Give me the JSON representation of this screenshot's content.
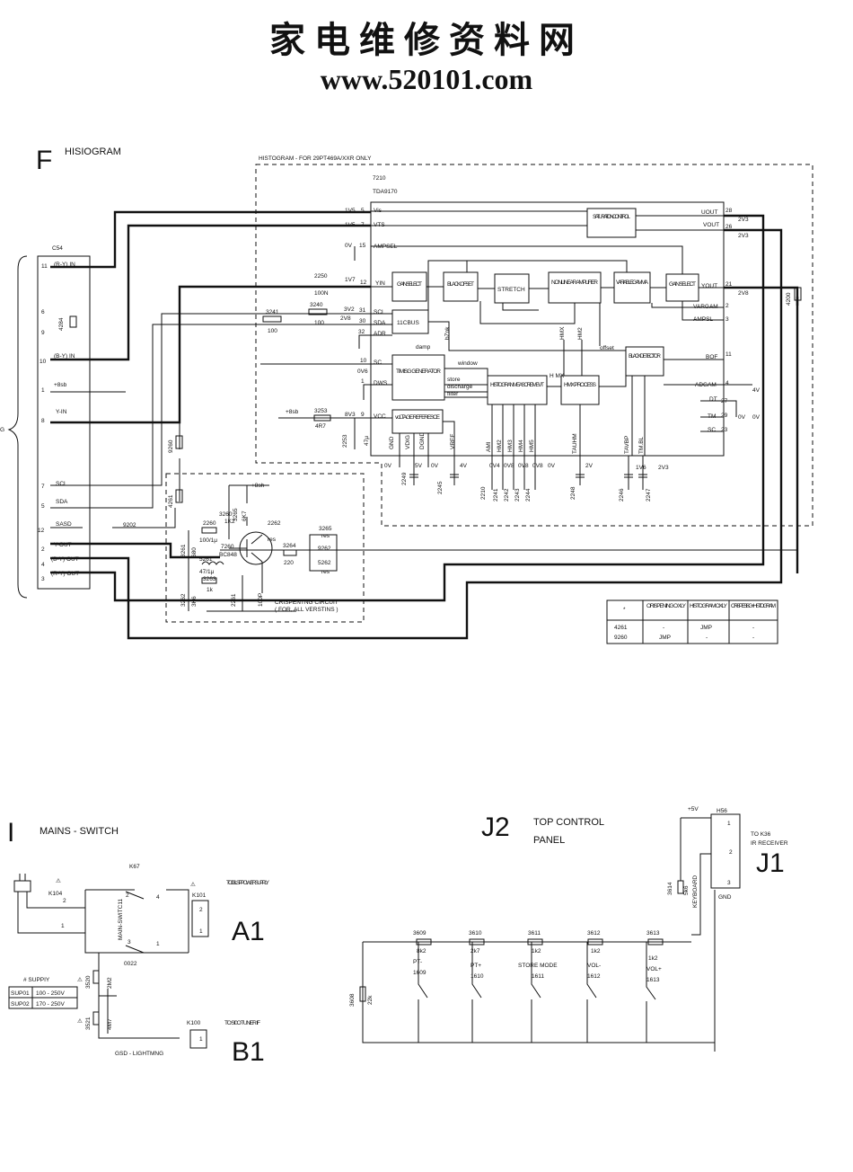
{
  "header": {
    "title_cn": "家电维修资料网",
    "url": "www.520101.com"
  },
  "section_f": {
    "letter": "F",
    "title": "HISIOGRAM",
    "dashed_label": "HISTOGRAM - FOR 29PT469A/XXR ONLY",
    "ic_ref": "7210",
    "ic_type": "TDA9170",
    "connector": "C54",
    "g_label": "G",
    "connector_pins": [
      {
        "num": "11",
        "label": "(R-Y) IN"
      },
      {
        "num": "6",
        "label": ""
      },
      {
        "num": "9",
        "label": ""
      },
      {
        "num": "10",
        "label": "(B-Y) IN"
      },
      {
        "num": "1",
        "label": "+8sb"
      },
      {
        "num": "8",
        "label": "Y-IN"
      },
      {
        "num": "7",
        "label": "SCL"
      },
      {
        "num": "5",
        "label": "SDA"
      },
      {
        "num": "12",
        "label": "SASD"
      },
      {
        "num": "2",
        "label": "Y-OUT"
      },
      {
        "num": "4",
        "label": "(B-Y) OUT"
      },
      {
        "num": "3",
        "label": "(R-Y) OUT"
      }
    ],
    "ic_left_pins": [
      {
        "num": "5",
        "name": "Vis",
        "volt": "1V5"
      },
      {
        "num": "7",
        "name": "VTS",
        "volt": "1V5"
      },
      {
        "num": "15",
        "name": "AMPSEL",
        "volt": "0V"
      },
      {
        "num": "12",
        "name": "YIN",
        "volt": "1V7"
      },
      {
        "num": "31",
        "name": "SCL",
        "volt": "3V2"
      },
      {
        "num": "30",
        "name": "SDA",
        "volt": "2V8"
      },
      {
        "num": "32",
        "name": "ADR",
        "volt": ""
      },
      {
        "num": "10",
        "name": "SC",
        "volt": ""
      },
      {
        "num": "1",
        "name": "DWS",
        "volt": "0V6"
      },
      {
        "num": "9",
        "name": "VCC",
        "volt": "8V3"
      }
    ],
    "ic_right_pins": [
      {
        "num": "28",
        "name": "UOUT",
        "volt": "2V3"
      },
      {
        "num": "26",
        "name": "VOUT",
        "volt": "2V3"
      },
      {
        "num": "21",
        "name": "YOUT",
        "volt": "2V8"
      },
      {
        "num": "2",
        "name": "VARGAM",
        "volt": ""
      },
      {
        "num": "3",
        "name": "AMPSL",
        "volt": ""
      },
      {
        "num": "11",
        "name": "BOF",
        "volt": ""
      },
      {
        "num": "4",
        "name": "ADGAM",
        "volt": "4V"
      },
      {
        "num": "27",
        "name": "DT",
        "volt": ""
      },
      {
        "num": "29",
        "name": "TM",
        "volt": "0V"
      },
      {
        "num": "23",
        "name": "SC",
        "volt": ""
      }
    ],
    "ic_bottom_pins": [
      "GND",
      "VDIG",
      "DGND",
      "VREF",
      "AMI",
      "HM2",
      "HM3",
      "HM4",
      "HM5",
      "TAUHM",
      "TAVBP",
      "TM.BL"
    ],
    "bottom_parts": [
      "2249",
      "2245",
      "2210",
      "2241",
      "2242",
      "2243",
      "2244",
      "2248",
      "2246",
      "2247"
    ],
    "bottom_values": [
      "5V",
      "0V",
      "4V",
      "0V4",
      "0V8",
      "0V8",
      "0V8",
      "0V",
      "2V",
      "1V6",
      "2V3"
    ],
    "blocks": {
      "saturation": "SATURATION CONTROL",
      "gain1": "GAIN SELECT",
      "black_offset": "BLACK OFSET",
      "stretch": "STRETCH",
      "nonlinear": "NONLINEAR AMPLIFIER",
      "variable_gamma": "VARIABLE GAMMA",
      "gain2": "GAIN SELECT",
      "i2c": "11CBUS",
      "black_detector": "BLACK DETECTOR",
      "timing": "TIMISG GENERATOR",
      "histogram": "HISTOGRA N MEASCREMEVT",
      "hmx": "HMX PROCESS",
      "voltage_ref": "voLTAGE REFERESCE"
    },
    "signals": [
      "damp",
      "window",
      "store",
      "discharge",
      "filter",
      "H MX",
      "offset",
      "HMX",
      "HM2",
      "bZnk"
    ],
    "components": {
      "r3241": "3241",
      "r3241v": "100",
      "r3240": "3240",
      "r3240v": "100",
      "c2250": "2250",
      "c2250v": "100N",
      "r3253": "3253",
      "r3253v": "4R7",
      "c2253": "2253",
      "c2253v": "47μ",
      "r4200": "4200",
      "r4284": "4284",
      "r9260": "9260",
      "r4261": "4261",
      "r9202": "9202",
      "sb8": "+8sb",
      "v4": "4V",
      "v0": "0V"
    },
    "crisp": {
      "label": "CRISPENTNG CIRCUIT",
      "label2": "( FOR, ALL VERSTINS )",
      "supply": "+8sh",
      "parts": [
        "2260",
        "100/1μ",
        "3260",
        "1K2",
        "3265",
        "6K7",
        "2262",
        "res",
        "7260",
        "BC848",
        "3264",
        "220",
        "3265",
        "res",
        "9262",
        "5262",
        "res",
        "3261",
        "680",
        "5261",
        "47/1μ",
        "3263",
        "1k",
        "3262",
        "3K6",
        "2261",
        "100P"
      ]
    },
    "table": {
      "headers": [
        "*",
        "ORISPENING O XLY",
        "HISTOGRAM OXLY",
        "ORISPESISG + HISTOGRAM"
      ],
      "rows": [
        [
          "4261",
          "-",
          "JMP",
          "-"
        ],
        [
          "9260",
          "JMP",
          "-",
          "-"
        ]
      ]
    }
  },
  "section_i": {
    "letter": "I",
    "title": "MAINS - SWITCH",
    "switch_ref": "K67",
    "switch_name": "MAIN-SWITC11",
    "k104": "K104",
    "k101": "K101",
    "k100": "K100",
    "pins": [
      "1",
      "2",
      "3",
      "4"
    ],
    "dest_a1": "TOI.03 LSP POWERSUPPLY",
    "dest_b1": "TO SI0O TUNER IF",
    "tag_a1": "A1",
    "tag_b1": "B1",
    "c0022": "0022",
    "parts": [
      "3520",
      "2M2",
      "3521",
      "4M7"
    ],
    "gsd": "GSD - LIGHTMNG",
    "supply_title": "# SUPPIY",
    "supply_rows": [
      [
        "SUP01",
        "100 - 250V"
      ],
      [
        "SUP02",
        "170 - 250V"
      ]
    ]
  },
  "section_j2": {
    "letter": "J2",
    "title": "TOP CONTROL",
    "title2": "PANEL",
    "supply": "+5V",
    "connector": "H56",
    "dest": "TO K36",
    "dest2": "IR RECEIVER",
    "tag_j1": "J1",
    "gnd": "GND",
    "keyboard": "KEYBOARD",
    "r3614": "3614",
    "r3614v": "5k6",
    "r3608": "3608",
    "r3608v": "22k",
    "resistors": [
      {
        "ref": "3609",
        "val": "8k2"
      },
      {
        "ref": "3610",
        "val": "2k7"
      },
      {
        "ref": "3611",
        "val": "1k2"
      },
      {
        "ref": "3612",
        "val": "1k2"
      },
      {
        "ref": "3613",
        "val": "1k2"
      }
    ],
    "switches": [
      {
        "name": "PT-",
        "ref": "1609"
      },
      {
        "name": "PT+",
        "ref": "1610"
      },
      {
        "name": "STORE MODE",
        "ref": "1611"
      },
      {
        "name": "VOL-",
        "ref": "1612"
      },
      {
        "name": "VOL+",
        "ref": "1613"
      }
    ],
    "h56_pins": [
      "1",
      "2",
      "3"
    ]
  }
}
